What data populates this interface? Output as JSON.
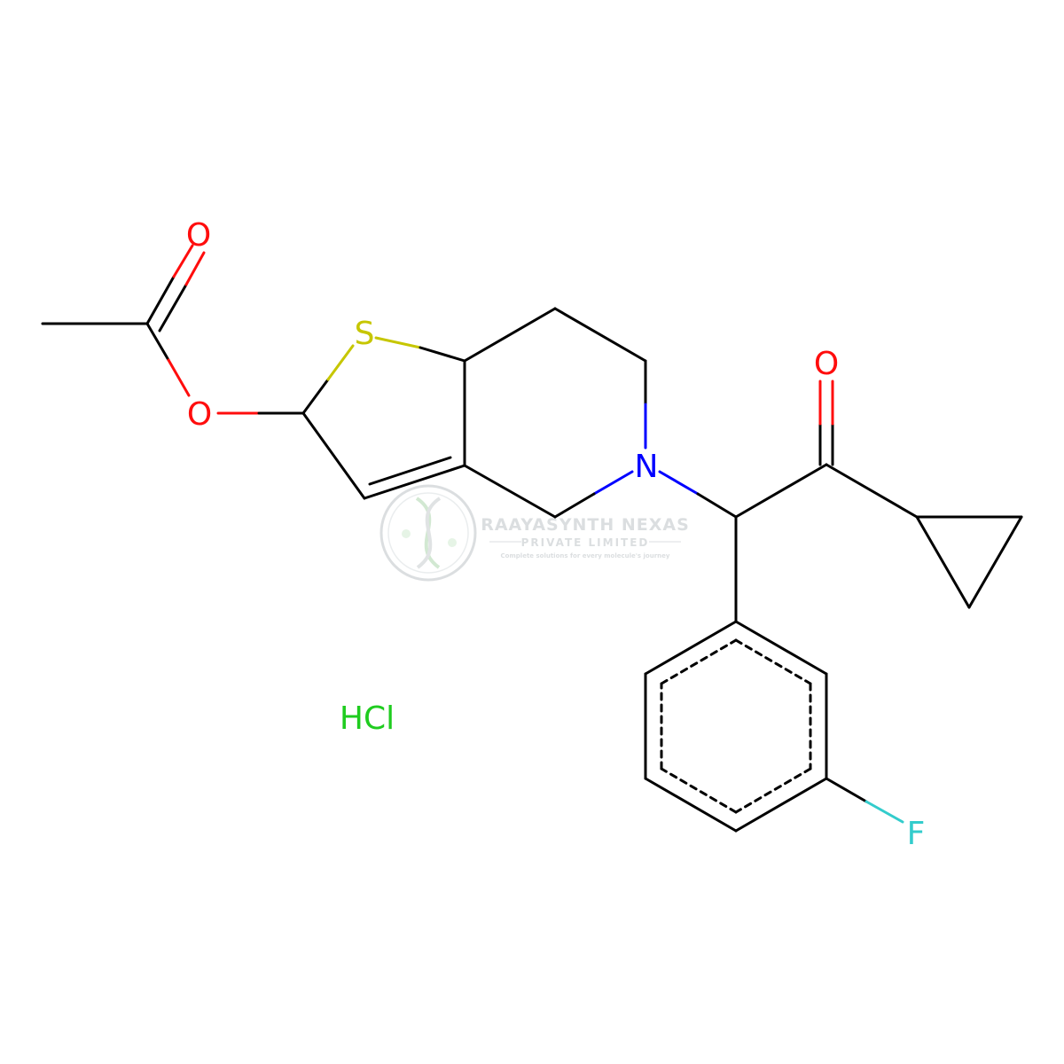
{
  "molecule": {
    "atoms": {
      "S": {
        "text": "S",
        "color": "#c6c600"
      },
      "O_ester": {
        "text": "O",
        "color": "#ff0d0d"
      },
      "O_carbonyl": {
        "text": "O",
        "color": "#ff0d0d"
      },
      "O_ketone": {
        "text": "O",
        "color": "#ff0d0d"
      },
      "N": {
        "text": "N",
        "color": "#0000ff"
      },
      "F": {
        "text": "F",
        "color": "#33cccc"
      }
    },
    "salt": {
      "text": "HCl",
      "color": "#1fcc1f"
    },
    "bond_color": "#000000"
  },
  "watermark": {
    "title": "RAAYASYNTH NEXAS",
    "subtitle": "PRIVATE LIMITED",
    "tagline": "Complete solutions for every molecule's journey",
    "logo_icon": "dna-helix-icon",
    "color": "#9aa3a8"
  }
}
